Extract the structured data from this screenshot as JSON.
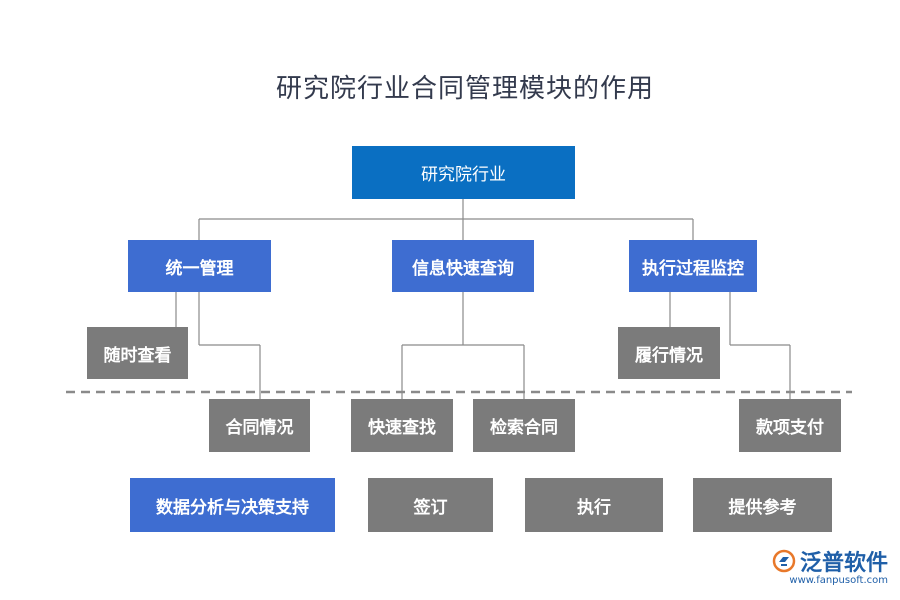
{
  "title": "研究院行业合同管理模块的作用",
  "root": "研究院行业",
  "level1": [
    "统一管理",
    "信息快速查询",
    "执行过程监控"
  ],
  "level2": {
    "sui_shi_cha_kan": "随时查看",
    "he_tong_qing_kuang": "合同情况",
    "kuai_su_cha_zhao": "快速查找",
    "jian_suo_he_tong": "检索合同",
    "lv_xing_qing_kuang": "履行情况",
    "kuan_xiang_zhi_fu": "款项支付"
  },
  "bottom_row": [
    "数据分析与决策支持",
    "签订",
    "执行",
    "提供参考"
  ],
  "logo": {
    "name": "泛普软件",
    "url": "www.fanpusoft.com"
  },
  "colors": {
    "root": "#0a6fc2",
    "blue": "#3e6dd1",
    "gray": "#7b7b7b",
    "line": "#999999"
  }
}
